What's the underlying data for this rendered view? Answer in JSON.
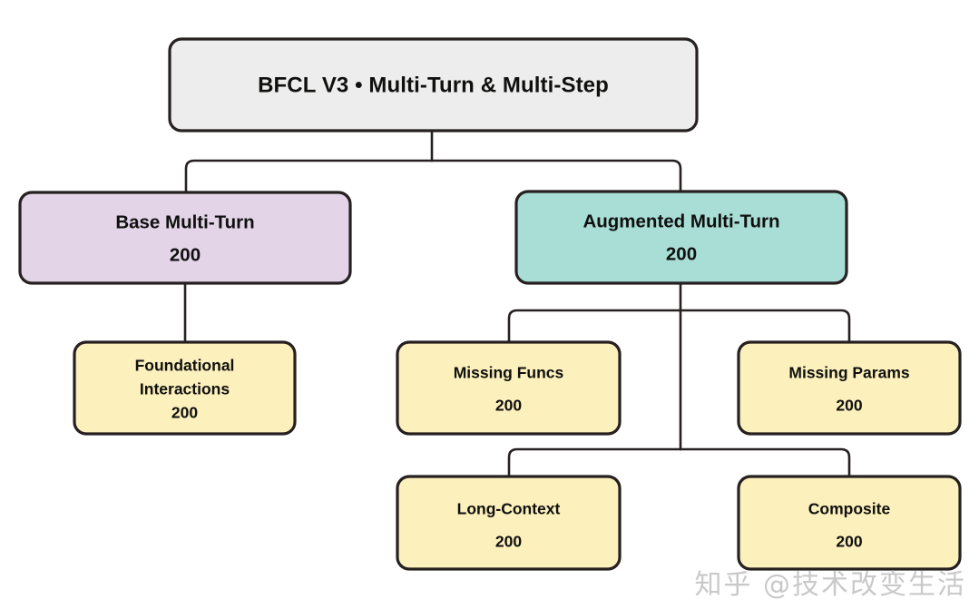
{
  "diagram": {
    "title": "BFCL V3 Multi-Turn & Multi-Step taxonomy",
    "type": "tree",
    "colors": {
      "root_fill": "#ededed",
      "base_fill": "#e3d4e8",
      "augmented_fill": "#a8ded5",
      "leaf_fill": "#fcf0bc",
      "stroke": "#262020",
      "text": "#10100f",
      "background": "#ffffff",
      "watermark": "#c9c9c9"
    },
    "nodes": {
      "root": {
        "label": "BFCL V3 • Multi-Turn & Multi-Step",
        "count": ""
      },
      "base_multi_turn": {
        "label": "Base Multi-Turn",
        "count": "200"
      },
      "augmented_multi_turn": {
        "label": "Augmented Multi-Turn",
        "count": "200"
      },
      "foundational_interactions": {
        "label_line1": "Foundational",
        "label_line2": "Interactions",
        "count": "200"
      },
      "missing_funcs": {
        "label": "Missing Funcs",
        "count": "200"
      },
      "missing_params": {
        "label": "Missing Params",
        "count": "200"
      },
      "long_context": {
        "label": "Long-Context",
        "count": "200"
      },
      "composite": {
        "label": "Composite",
        "count": "200"
      }
    },
    "watermark": "知乎 @技术改变生活"
  }
}
